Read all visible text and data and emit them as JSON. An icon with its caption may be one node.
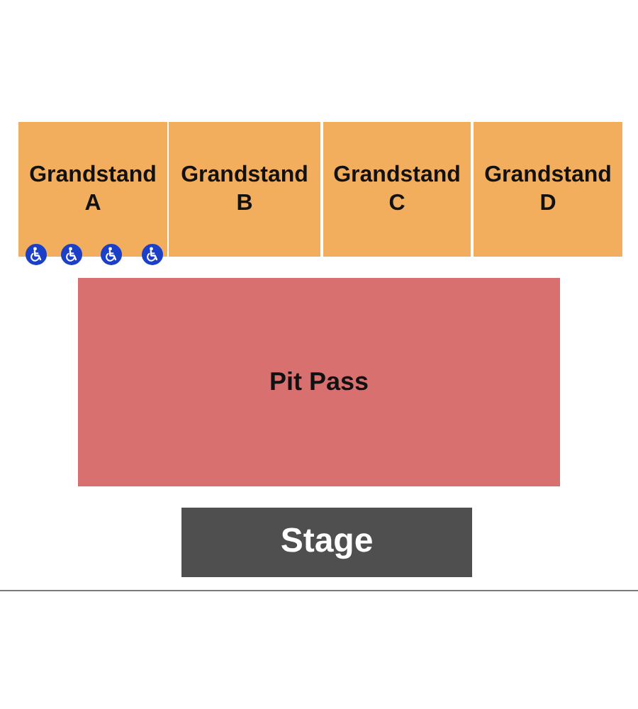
{
  "diagram": {
    "nodes": [
      {
        "text": [
          "Grandstand A"
        ]
      },
      {
        "text": [
          "Grandstand B"
        ]
      },
      {
        "text": [
          "Grandstand C"
        ]
      },
      {
        "text": [
          "Grandstand D"
        ]
      },
      {
        "text": [
          "Pit Pass"
        ]
      },
      {
        "text": [
          "Stage"
        ]
      }
    ]
  }
}
